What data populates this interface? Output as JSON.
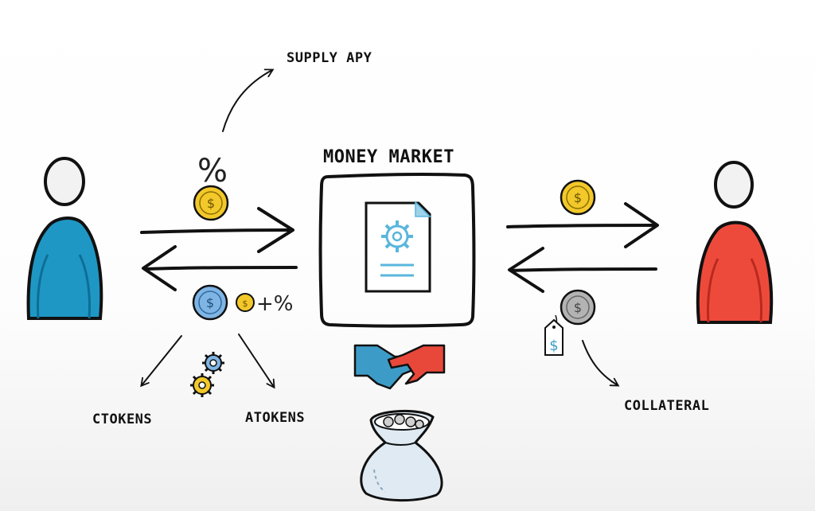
{
  "labels": {
    "supply_apy": "SUPPLY APY",
    "money_market": "MONEY MARKET",
    "percent": "%",
    "plus_percent": "+%",
    "ctokens": "CTOKENS",
    "atokens": "ATOKENS",
    "collateral": "COLLATERAL",
    "coin_symbol": "$"
  },
  "colors": {
    "lender": "#1f97c4",
    "borrower": "#ee4a3c",
    "gold_coin": "#f2c82a",
    "blue_coin": "#7fb5e4",
    "silver_coin": "#b3b3b3",
    "accent": "#5ab6dc"
  },
  "icons": [
    "lender-person-icon",
    "borrower-person-icon",
    "gold-coin-icon",
    "blue-coin-icon",
    "silver-coin-icon",
    "document-gear-icon",
    "handshake-icon",
    "coin-bag-icon",
    "gears-icon",
    "price-tag-icon"
  ]
}
